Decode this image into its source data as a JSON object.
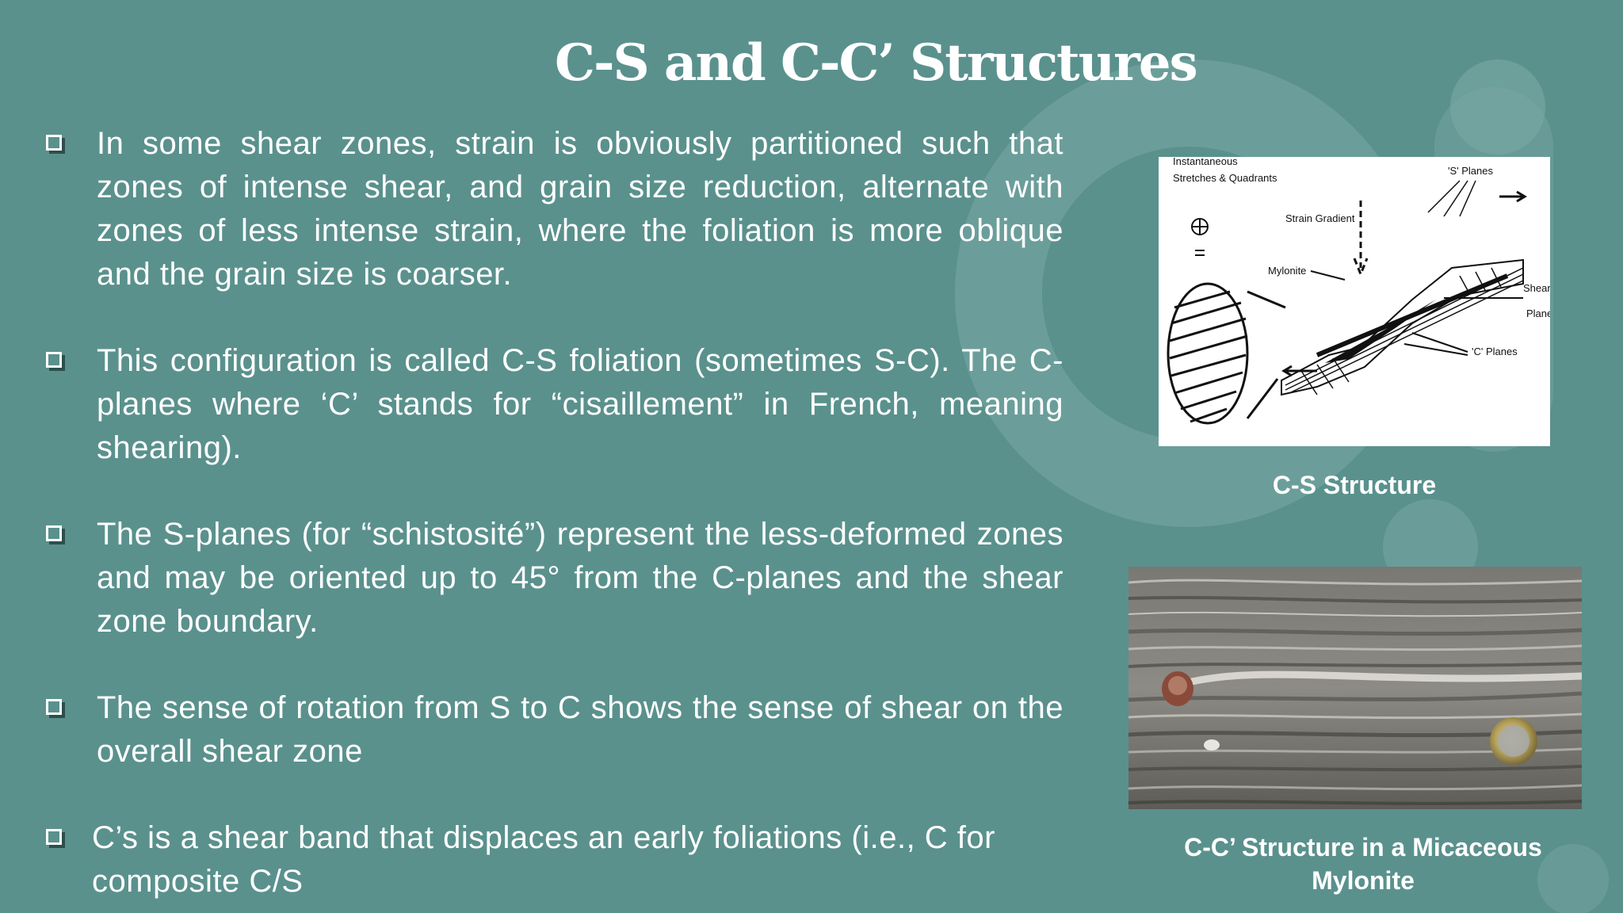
{
  "slide": {
    "title": "C-S and C-C’ Structures",
    "accent_color": "#5a918d"
  },
  "bullets": [
    {
      "text": "In some shear zones, strain is obviously partitioned such that zones of intense shear, and grain size reduction, alternate with zones of less intense strain, where the foliation is more oblique and the grain size is coarser."
    },
    {
      "text": "This configuration is called C-S foliation (sometimes S-C). The C-planes where ‘C’ stands for “cisaillement” in French, meaning shearing)."
    },
    {
      "text": "The S-planes (for “schistosité”) represent the less-deformed zones and may be oriented up to 45° from the C-planes and the shear zone boundary."
    },
    {
      "text": "The sense of rotation from S to C shows the sense of shear on the overall shear zone"
    },
    {
      "text": "C’s is a shear band  that displaces an early foliations (i.e., C for composite C/S"
    }
  ],
  "figures": {
    "cs_diagram": {
      "caption": "C-S Structure",
      "labels": {
        "instantaneous": "Instantaneous",
        "stretches": "Stretches & Quadrants",
        "s_planes": "'S' Planes",
        "strain_gradient": "Strain Gradient",
        "mylonite": "Mylonite",
        "shear": "Shear",
        "plane": "Plane",
        "c_planes": "'C' Planes"
      }
    },
    "mylonite_photo": {
      "caption": "C-C’ Structure in a Micaceous Mylonite"
    }
  }
}
